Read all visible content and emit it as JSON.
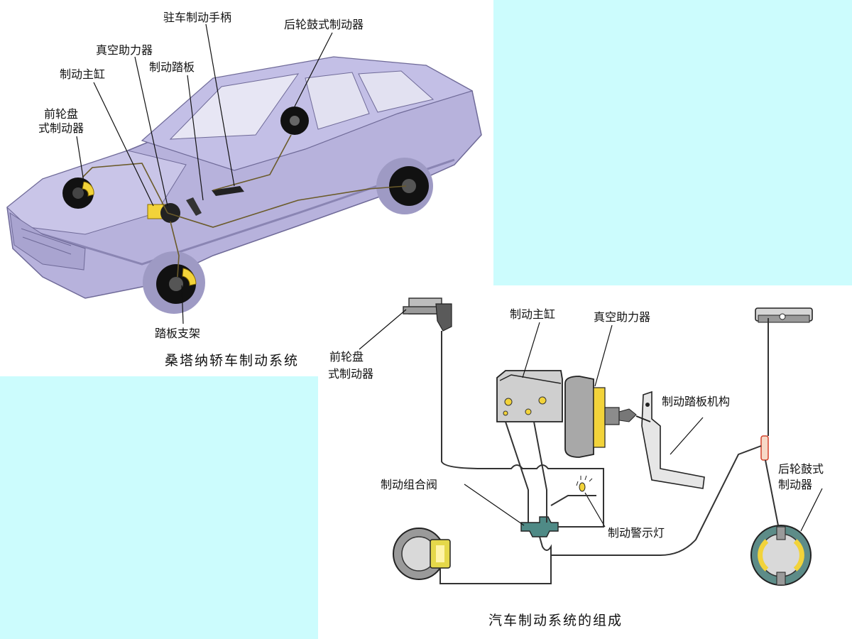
{
  "car_labels": {
    "parking_brake_handle": "驻车制动手柄",
    "rear_drum_brake": "后轮鼓式制动器",
    "vacuum_booster": "真空助力器",
    "brake_pedal": "制动踏板",
    "master_cylinder": "制动主缸",
    "front_disc_brake_line1": "前轮盘",
    "front_disc_brake_line2": "式制动器",
    "pedal_bracket": "踏板支架",
    "caption": "桑塔纳轿车制动系统"
  },
  "schematic_labels": {
    "front_disc_brake_line1": "前轮盘",
    "front_disc_brake_line2": "式制动器",
    "master_cylinder": "制动主缸",
    "vacuum_booster": "真空助力器",
    "pedal_mechanism": "制动踏板机构",
    "combination_valve": "制动组合阀",
    "warning_lamp": "制动警示灯",
    "rear_drum_brake_line1": "后轮鼓式",
    "rear_drum_brake_line2": "制动器",
    "caption": "汽车制动系统的组成"
  },
  "colors": {
    "background_cyan": "#ccfcfd",
    "car_body": "#b7b2dc",
    "car_dark": "#7e78a8",
    "brake_yellow": "#f2d33a",
    "schematic_gray": "#c8c8c8",
    "valve_teal": "#4f8a86"
  }
}
